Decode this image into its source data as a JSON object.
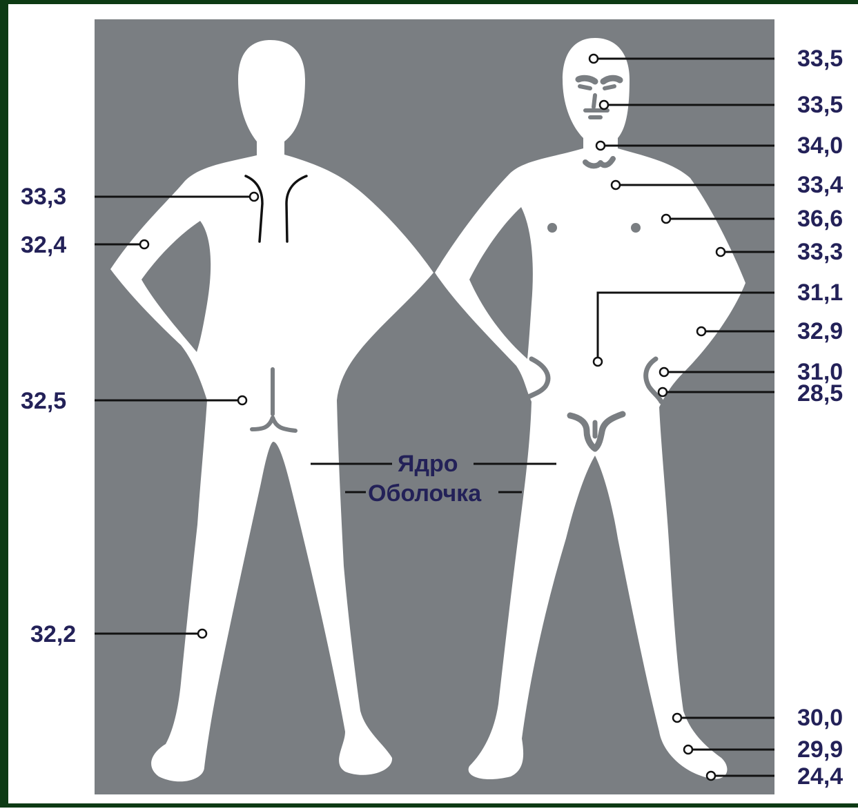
{
  "diagram": {
    "colors": {
      "frame": "#0d3a14",
      "panel": "#7a7e82",
      "body": "#ffffff",
      "text": "#232158",
      "leader": "#111111"
    },
    "left_labels": [
      "33,3",
      "32,4",
      "32,5",
      "32,2"
    ],
    "right_labels": [
      "33,5",
      "33,5",
      "34,0",
      "33,4",
      "36,6",
      "33,3",
      "31,1",
      "32,9",
      "31,0",
      "28,5",
      "30,0",
      "29,9",
      "24,4"
    ],
    "legend": {
      "core": "Ядро",
      "shell": "Оболочка"
    }
  }
}
